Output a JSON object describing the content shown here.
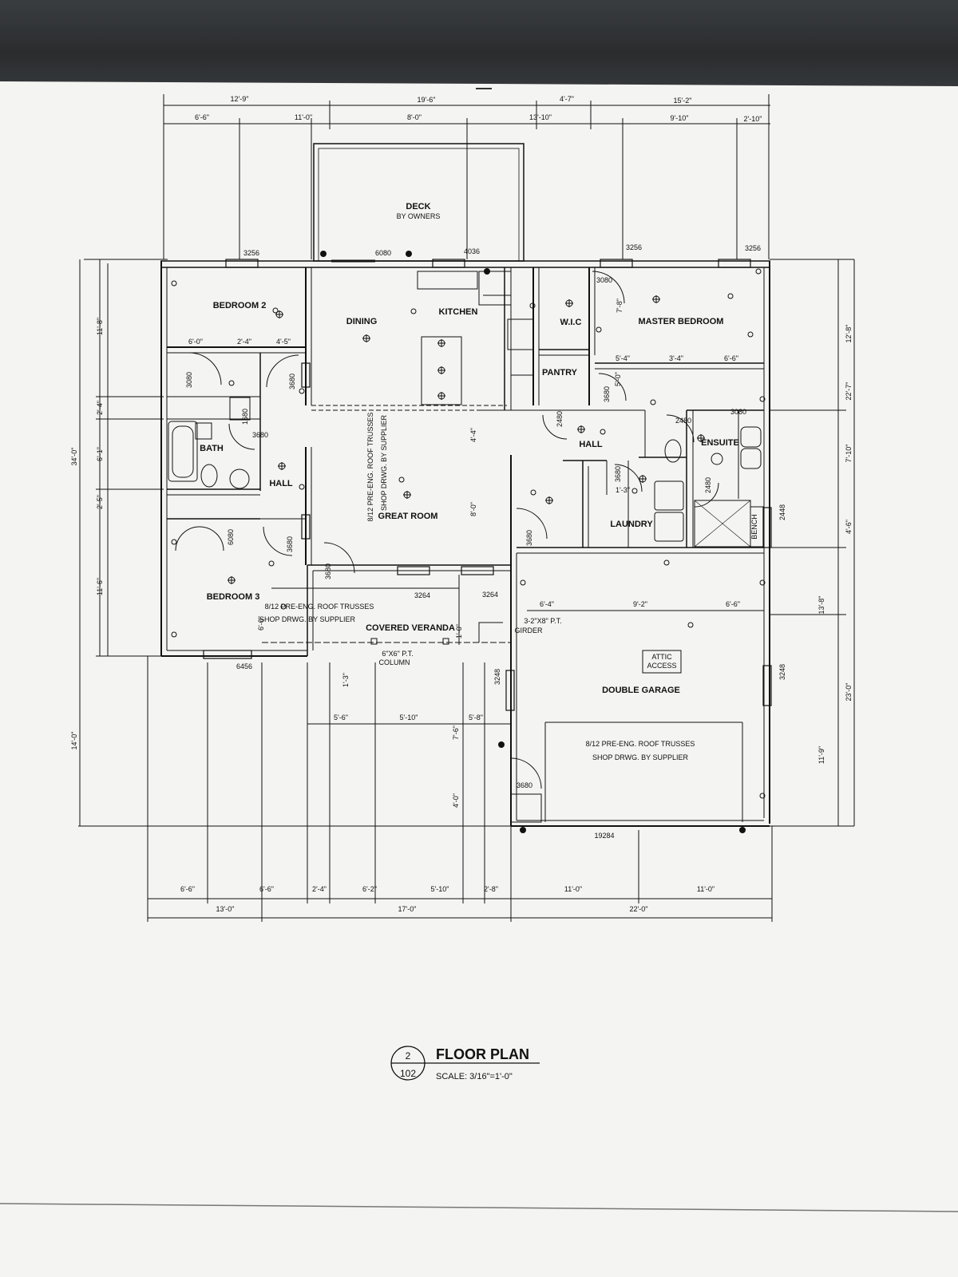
{
  "colors": {
    "ink": "#111111",
    "paper": "#f4f4f2",
    "backdrop": "#2f3133"
  },
  "rooms": {
    "deck": "DECK",
    "deck_note": "BY OWNERS",
    "bedroom2": "BEDROOM 2",
    "dining": "DINING",
    "kitchen": "KITCHEN",
    "wic": "W.I.C",
    "master": "MASTER BEDROOM",
    "pantry": "PANTRY",
    "bath": "BATH",
    "hall_left": "HALL",
    "great_room": "GREAT ROOM",
    "hall_right": "HALL",
    "ensuite": "ENSUITE",
    "laundry": "LAUNDRY",
    "bench": "BENCH",
    "bedroom3": "BEDROOM 3",
    "veranda": "COVERED VERANDA",
    "garage": "DOUBLE GARAGE",
    "attic_line1": "ATTIC",
    "attic_line2": "ACCESS"
  },
  "notes": {
    "truss_center_1": "8/12 PRE-ENG. ROOF TRUSSES",
    "truss_center_2": "SHOP DRWG. BY SUPPLIER",
    "truss_veranda_1": "8/12 PRE-ENG. ROOF TRUSSES",
    "truss_veranda_2": "SHOP DRWG. BY SUPPLIER",
    "truss_garage_1": "8/12 PRE-ENG. ROOF TRUSSES",
    "truss_garage_2": "SHOP DRWG. BY SUPPLIER",
    "girder_1": "3-2\"X8\" P.T.",
    "girder_2": "GIRDER",
    "column_1": "6\"X6\" P.T.",
    "column_2": "COLUMN"
  },
  "dims": {
    "top_row1": [
      "12'-9\"",
      "19'-6\"",
      "4'-7\"",
      "15'-2\""
    ],
    "top_row2": [
      "6'-6\"",
      "11'-0\"",
      "8'-0\"",
      "13'-10\"",
      "9'-10\"",
      "2'-10\""
    ],
    "bottom_row1": [
      "6'-6\"",
      "6'-6\"",
      "2'-4\"",
      "6'-2\"",
      "5'-10\"",
      "2'-8\"",
      "11'-0\"",
      "11'-0\""
    ],
    "bottom_row2": [
      "13'-0\"",
      "17'-0\"",
      "22'-0\""
    ],
    "left_inner": [
      "11'-8\"",
      "2'-4\"",
      "6'-1\"",
      "2'-5\"",
      "11'-6\""
    ],
    "left_outer": [
      "34'-0\"",
      "14'-0\""
    ],
    "right_inner": [
      "12'-8\"",
      "7'-10\"",
      "4'-6\"",
      "13'-8\"",
      "11'-9\""
    ],
    "right_outer": [
      "22'-7\"",
      "23'-0\""
    ],
    "interior": [
      "6'-0\"",
      "2'-4\"",
      "4'-5\"",
      "5'-4\"",
      "3'-4\"",
      "6'-6\"",
      "7'-8\"",
      "5'-0\"",
      "4'-4\"",
      "8'-0\"",
      "1'-3\"",
      "6'-4\"",
      "9'-2\"",
      "6'-6\"",
      "6'-0\"",
      "1'-3\"",
      "5'-6\"",
      "5'-10\"",
      "5'-8\"",
      "7'-6\"",
      "4'-0\"",
      "1'-0\""
    ]
  },
  "openings": {
    "w3256_a": "3256",
    "w6080": "6080",
    "w4036": "4036",
    "w3256_b": "3256",
    "w3256_c": "3256",
    "d3080_wic": "3080",
    "d3080_bed2": "3080",
    "d3680_bed2": "3680",
    "d1680": "1680",
    "d3680_bath": "3680",
    "d3680_wic": "3680",
    "d2480_pantry": "2480",
    "d2480_ens": "2480",
    "d3080_ens": "3080",
    "d3680_laundry": "3680",
    "d2480_shower": "2480",
    "w2448": "2448",
    "d6080": "6080",
    "d3680_bed3": "3680",
    "d3680_veranda": "3680",
    "w3264_a": "3264",
    "w3264_b": "3264",
    "d3680_gr": "3680",
    "w6456": "6456",
    "w3248_l": "3248",
    "w3248_r": "3248",
    "d3680_garage": "3680",
    "gd19284": "19284"
  },
  "title": {
    "detail_number": "2",
    "sheet_number": "102",
    "name": "FLOOR PLAN",
    "scale": "SCALE: 3/16\"=1'-0\""
  }
}
